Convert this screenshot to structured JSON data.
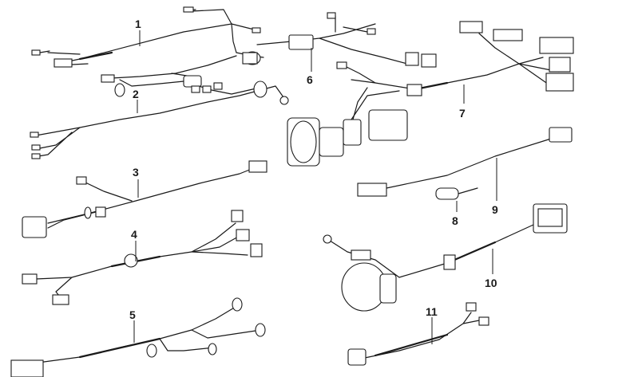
{
  "labels": {
    "1": "1",
    "2": "2",
    "3": "3",
    "4": "4",
    "5": "5",
    "6": "6",
    "7": "7",
    "8": "8",
    "9": "9",
    "10": "10",
    "11": "11"
  }
}
